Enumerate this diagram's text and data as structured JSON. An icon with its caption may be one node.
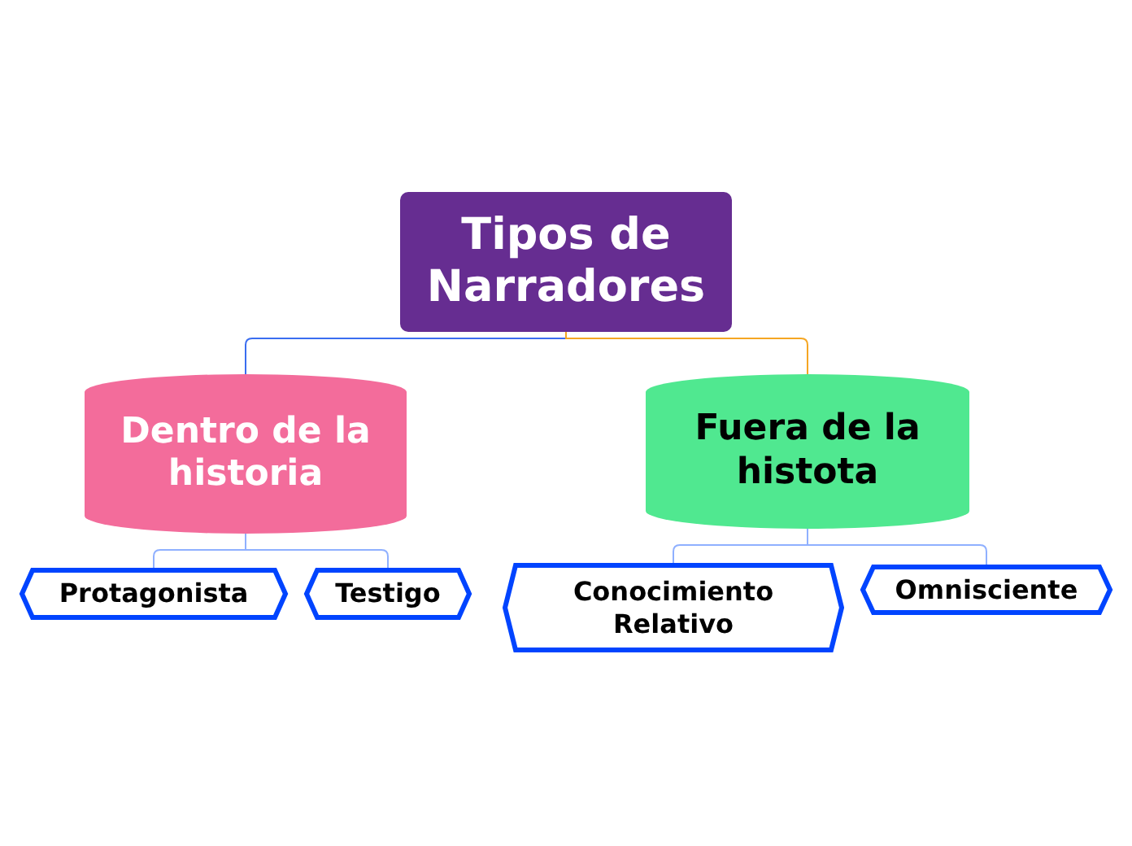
{
  "diagram": {
    "nodes": [
      {
        "text": [
          "Tipos de Narradores"
        ]
      },
      {
        "text": [
          "Dentro de la historia"
        ]
      },
      {
        "text": [
          "Fuera de la histota"
        ]
      },
      {
        "text": [
          "Protagonista"
        ]
      },
      {
        "text": [
          "Testigo"
        ]
      },
      {
        "text": [
          "Conocimiento Relativo"
        ]
      },
      {
        "text": [
          "Omnisciente"
        ]
      }
    ],
    "edges": [
      {
        "from": 0,
        "to": 1,
        "arrow": "none",
        "color": "#3a6df0"
      },
      {
        "from": 0,
        "to": 2,
        "arrow": "none",
        "color": "#f5a623"
      },
      {
        "from": 1,
        "to": 3,
        "arrow": "none"
      },
      {
        "from": 1,
        "to": 4,
        "arrow": "none"
      },
      {
        "from": 2,
        "to": 5,
        "arrow": "none"
      },
      {
        "from": 2,
        "to": 6,
        "arrow": "none"
      }
    ]
  }
}
